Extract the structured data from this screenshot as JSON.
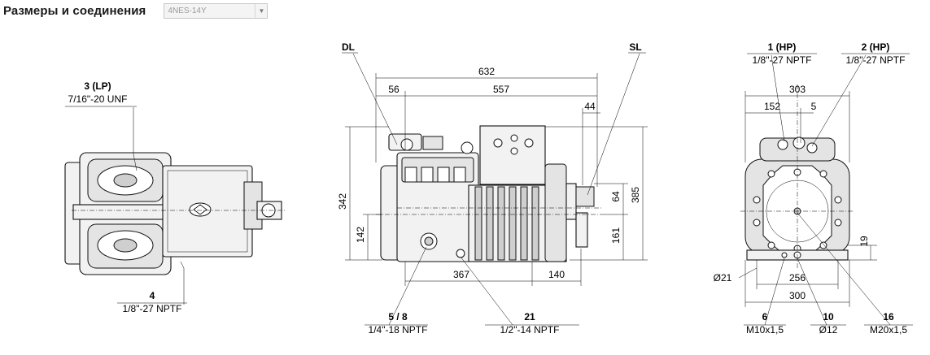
{
  "header": {
    "title": "Размеры и соединения",
    "model_select": {
      "value": "4NES-14Y"
    }
  },
  "left_view": {
    "conn_3_num": "3 (LP)",
    "conn_3_spec": "7/16\"-20 UNF",
    "conn_4_num": "4",
    "conn_4_spec": "1/8\"-27 NPTF"
  },
  "side_view": {
    "dl_label": "DL",
    "sl_label": "SL",
    "dim_632": "632",
    "dim_56": "56",
    "dim_557": "557",
    "dim_44": "44",
    "dim_342": "342",
    "dim_142": "142",
    "dim_64": "64",
    "dim_385": "385",
    "dim_161": "161",
    "dim_367": "367",
    "dim_140": "140",
    "conn_58_num": "5 / 8",
    "conn_58_spec": "1/4\"-18 NPTF",
    "conn_21_num": "21",
    "conn_21_spec": "1/2\"-14 NPTF"
  },
  "end_view": {
    "conn_1_num": "1 (HP)",
    "conn_1_spec": "1/8\"-27 NPTF",
    "conn_2_num": "2 (HP)",
    "conn_2_spec": "1/8\"-27 NPTF",
    "dim_303": "303",
    "dim_152": "152",
    "dim_5": "5",
    "dim_19": "19",
    "dim_d21": "Ø21",
    "dim_256": "256",
    "dim_300": "300",
    "conn_6_num": "6",
    "conn_6_spec": "M10x1,5",
    "conn_10_num": "10",
    "conn_10_spec": "Ø12",
    "conn_16_num": "16",
    "conn_16_spec": "M20x1,5"
  }
}
